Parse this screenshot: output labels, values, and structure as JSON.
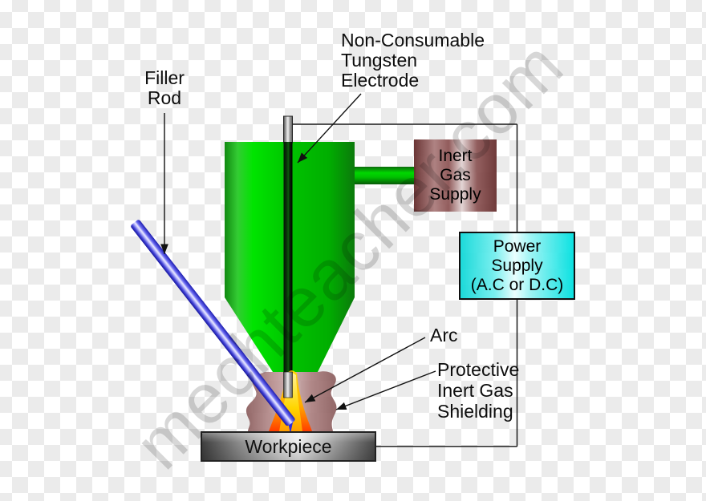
{
  "diagram_title_visible": false,
  "labels": {
    "filler_rod": "Filler\nRod",
    "electrode": "Non-Consumable\nTungsten\nElectrode",
    "arc": "Arc",
    "shielding": "Protective\nInert Gas\nShielding"
  },
  "components": {
    "inert_gas_supply": "Inert\nGas\nSupply",
    "power_supply": "Power\nSupply\n(A.C or D.C)",
    "workpiece": "Workpiece"
  },
  "watermark": {
    "text": "mechteacher.com"
  },
  "colors": {
    "torch_green": "#00c300",
    "torch_green_highlight": "#00e400",
    "electrode_metal": "#c8c8c8",
    "filler_rod_blue": "#4444d8",
    "inert_gas_box_maroon": "#8a5050",
    "power_supply_cyan": "#10d8d8",
    "gas_shield_mauve": "#b99090",
    "flame_yellow": "#ffd800",
    "flame_orange": "#ff7300",
    "flame_red": "#ff3c00",
    "workpiece_gray": "#8d8d8d",
    "wire_black": "#1a1a1a",
    "checker_gray": "#ebebeb",
    "watermark_gray": "#d7d7d7"
  }
}
